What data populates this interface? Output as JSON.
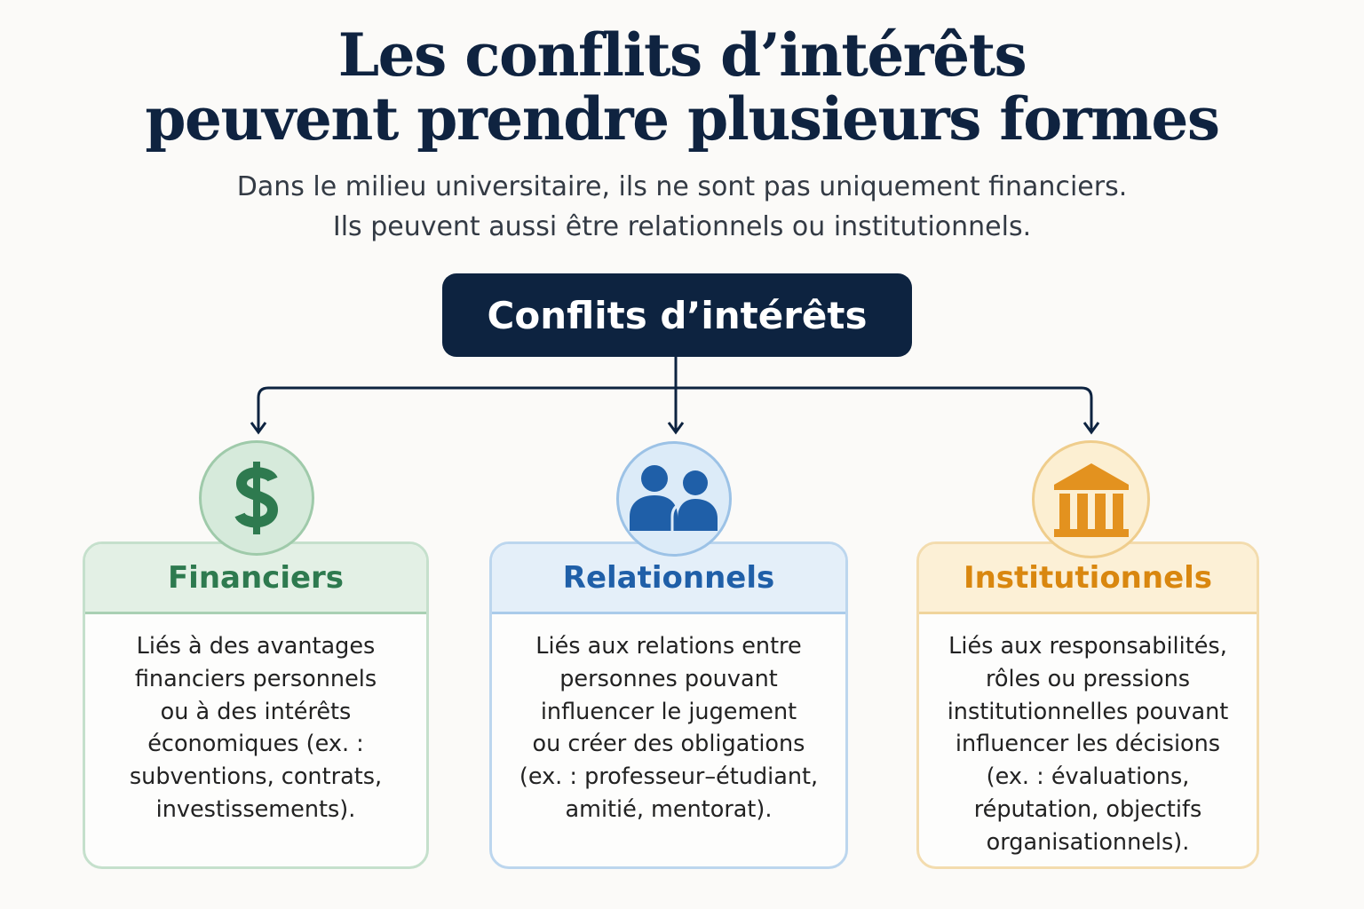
{
  "title": {
    "line1": "Les conflits d’intérêts",
    "line2": "peuvent prendre plusieurs formes"
  },
  "subtitle": {
    "line1": "Dans le milieu universitaire, ils ne sont pas uniquement financiers.",
    "line2": "Ils peuvent aussi être relationnels ou institutionnels."
  },
  "root": {
    "label": "Conflits d’intérêts"
  },
  "categories": [
    {
      "title": "Financiers",
      "icon": "dollar-icon",
      "color": "#2e7a4f",
      "lines": [
        "Liés à des avantages",
        "financiers personnels",
        "ou à des intérêts",
        "économiques (ex. :",
        "subventions, contrats,",
        "investissements)."
      ]
    },
    {
      "title": "Relationnels",
      "icon": "people-icon",
      "color": "#1f5fa8",
      "lines": [
        "Liés aux relations entre",
        "personnes pouvant",
        "influencer le jugement",
        "ou créer des obligations",
        "(ex. : professeur–étudiant,",
        "amitié, mentorat)."
      ]
    },
    {
      "title": "Institutionnels",
      "icon": "institution-icon",
      "color": "#d9870f",
      "lines": [
        "Liés aux responsabilités,",
        "rôles ou pressions",
        "institutionnelles pouvant",
        "influencer les décisions",
        "(ex. : évaluations,",
        "réputation, objectifs",
        "organisationnels)."
      ]
    }
  ]
}
